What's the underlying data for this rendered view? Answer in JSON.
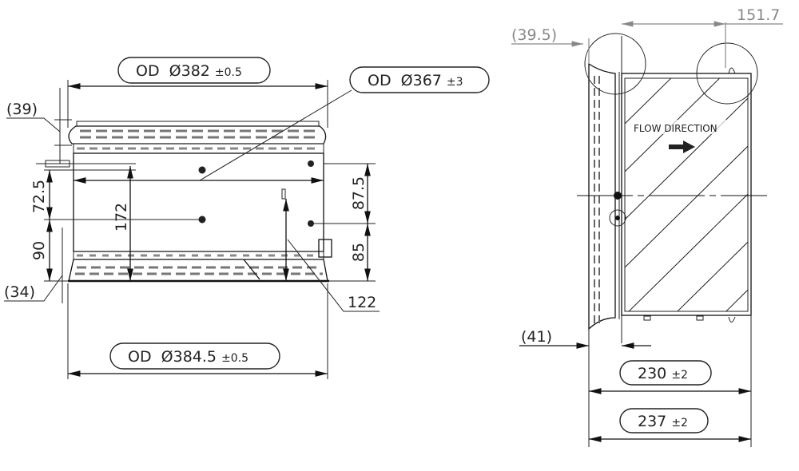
{
  "front_view": {
    "top_od": {
      "prefix": "OD",
      "symbol": "Ø",
      "value": "382",
      "tolerance": "±0.5"
    },
    "inner_od": {
      "prefix": "OD",
      "symbol": "Ø",
      "value": "367",
      "tolerance": "±3"
    },
    "bottom_od": {
      "prefix": "OD",
      "symbol": "Ø",
      "value": "384.5",
      "tolerance": "±0.5"
    },
    "dims": {
      "top_ref": "(39)",
      "bottom_ref": "(34)",
      "d72_5": "72.5",
      "d90": "90",
      "d172": "172",
      "d87_5": "87.5",
      "d85": "85",
      "d122": "122"
    }
  },
  "side_view": {
    "ref_39_5": "(39.5)",
    "d151_7": "151.7",
    "ref_41": "(41)",
    "flow_label": "FLOW DIRECTION",
    "length_230": {
      "value": "230",
      "tolerance": "±2"
    },
    "length_237": {
      "value": "237",
      "tolerance": "±2"
    }
  }
}
